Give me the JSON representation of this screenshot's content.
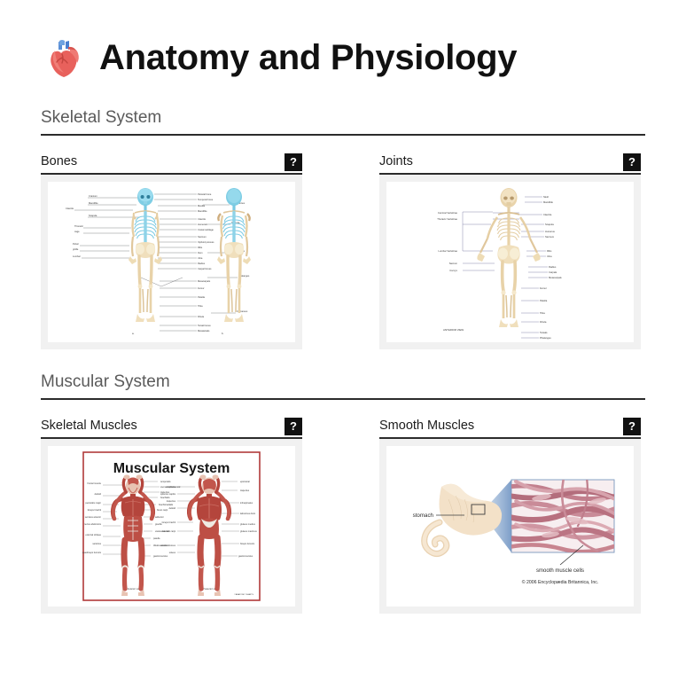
{
  "header": {
    "emoji_name": "anatomical-heart-emoji",
    "title": "Anatomy and Physiology"
  },
  "colors": {
    "page_background": "#ffffff",
    "title_text": "#111111",
    "section_title_text": "#5a5a5a",
    "rule": "#2b2b2b",
    "card_background": "#f1f1f1",
    "image_background": "#ffffff",
    "badge_background": "#111111",
    "badge_text": "#ffffff",
    "bone_tan": "#e8d2a8",
    "bone_blue": "#6ec6e0",
    "muscle_red": "#b4453c",
    "poster_border_red": "#b03a3a",
    "stomach_tan": "#f0dcc0",
    "smooth_muscle_pink": "#c0707f"
  },
  "sections": [
    {
      "name": "skeletal-system",
      "title": "Skeletal System",
      "cards": [
        {
          "name": "bones",
          "label": "Bones",
          "badge": "?",
          "image_name": "labeled-human-skeleton-anterior-posterior-diagram",
          "image_caption_labels": [
            "Skull",
            "Clavicle",
            "Sternum",
            "Ribs",
            "Humerus",
            "Vertebrae",
            "Pelvis",
            "Femur",
            "Patella",
            "Tibia",
            "Fibula",
            "Metatarsals"
          ]
        },
        {
          "name": "joints",
          "label": "Joints",
          "badge": "?",
          "image_name": "labeled-human-skeleton-joints-diagram",
          "image_caption_labels": [
            "Skull",
            "Cervical Vertebrae",
            "Thoracic Vertebrae",
            "Lumbar Vertebrae",
            "Sacrum",
            "Coccyx",
            "Femur",
            "Patella",
            "Tibia",
            "Fibula",
            "Tarsals"
          ]
        }
      ]
    },
    {
      "name": "muscular-system",
      "title": "Muscular System",
      "cards": [
        {
          "name": "skeletal-muscles",
          "label": "Skeletal Muscles",
          "badge": "?",
          "image_name": "muscular-system-poster-anterior-posterior",
          "poster_title": "Muscular System",
          "poster_view_labels": [
            "Anterior view",
            "Posterior view"
          ]
        },
        {
          "name": "smooth-muscles",
          "label": "Smooth Muscles",
          "badge": "?",
          "image_name": "stomach-smooth-muscle-cells-diagram",
          "diagram_labels": {
            "organ": "stomach",
            "inset": "smooth muscle cells",
            "copyright": "© 2006 Encyclopædia Britannica, Inc."
          }
        }
      ]
    }
  ]
}
